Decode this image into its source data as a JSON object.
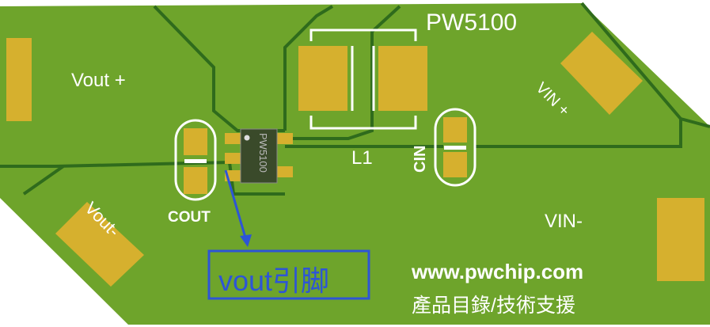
{
  "board": {
    "title": "PW5100",
    "chip_marking": "PW5100",
    "labels": {
      "vout_plus": "Vout +",
      "vout_minus": "Vout-",
      "vin_plus": "VIN +",
      "vin_minus": "VIN-",
      "cout": "COUT",
      "l1": "L1",
      "cin": "CIN"
    },
    "website": "www.pwchip.com",
    "support_text": "產品目錄/技術支援"
  },
  "annotation": {
    "label": "vout引脚",
    "color": "#2d55d6"
  },
  "colors": {
    "board": "#6ea42b",
    "trace": "#2f6b1c",
    "pad": "#d6b02e",
    "silk": "#ffffff"
  }
}
